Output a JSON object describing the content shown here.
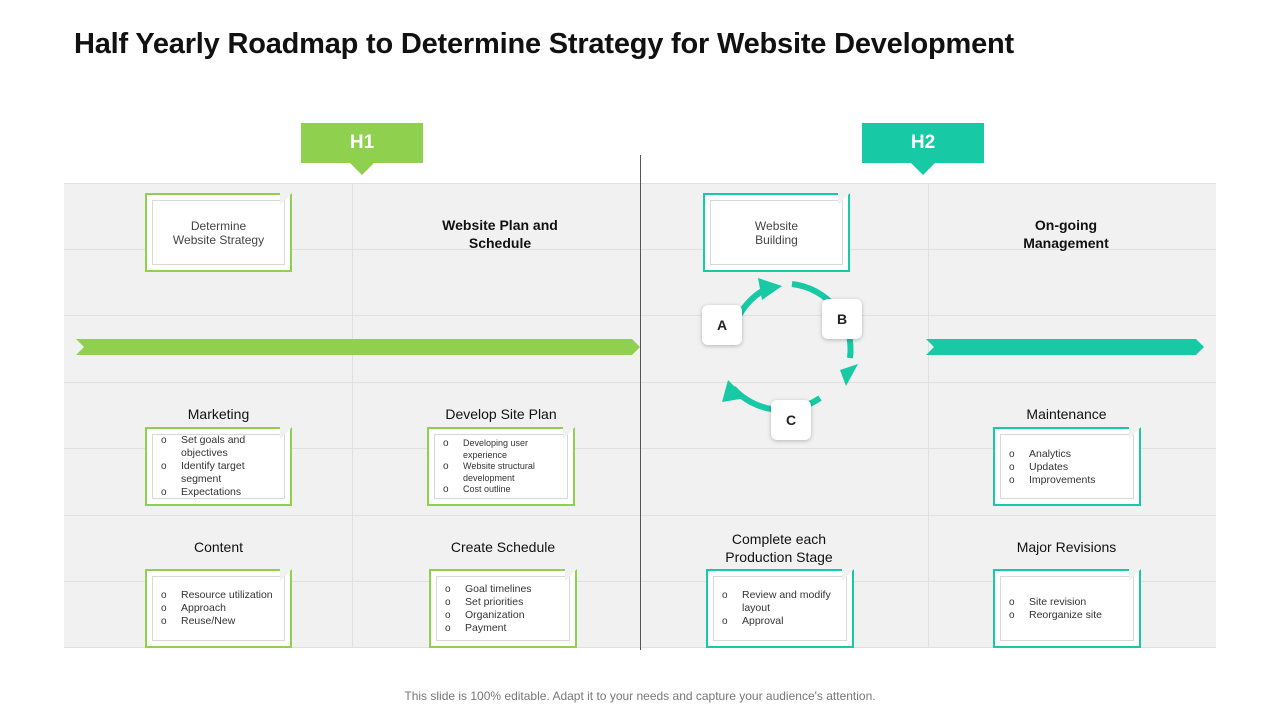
{
  "title": "Half Yearly Roadmap to Determine Strategy for Website Development",
  "colors": {
    "green": "#8fd14f",
    "teal": "#17c9a4",
    "grid_bg": "#f1f1f1"
  },
  "h1": {
    "label": "H1",
    "stage1": {
      "card": "Determine Website Strategy"
    },
    "stage2": {
      "heading": "Website Plan and Schedule"
    },
    "marketing": {
      "heading": "Marketing",
      "items": [
        "Set goals and objectives",
        "Identify target segment",
        "Expectations"
      ]
    },
    "site_plan": {
      "heading": "Develop Site Plan",
      "items": [
        "Developing user experience",
        "Website structural development",
        "Cost outline"
      ]
    },
    "content": {
      "heading": "Content",
      "items": [
        "Resource utilization",
        "Approach",
        "Reuse/New"
      ]
    },
    "schedule": {
      "heading": "Create Schedule",
      "items": [
        "Goal timelines",
        "Set priorities",
        "Organization",
        "Payment"
      ]
    }
  },
  "h2": {
    "label": "H2",
    "stage1": {
      "card": "Website Building"
    },
    "stage2": {
      "heading": "On-going Management"
    },
    "cycle": {
      "nodes": [
        "A",
        "B",
        "C"
      ],
      "icon": "cycle-arrows-icon"
    },
    "maintenance": {
      "heading": "Maintenance",
      "items": [
        "Analytics",
        "Updates",
        "Improvements"
      ]
    },
    "production": {
      "heading": "Complete each Production Stage",
      "items": [
        "Review and modify layout",
        "Approval"
      ]
    },
    "revisions": {
      "heading": "Major Revisions",
      "items": [
        "Site revision",
        "Reorganize site"
      ]
    }
  },
  "footer": "This slide is 100% editable. Adapt it to your needs and capture your audience's attention."
}
